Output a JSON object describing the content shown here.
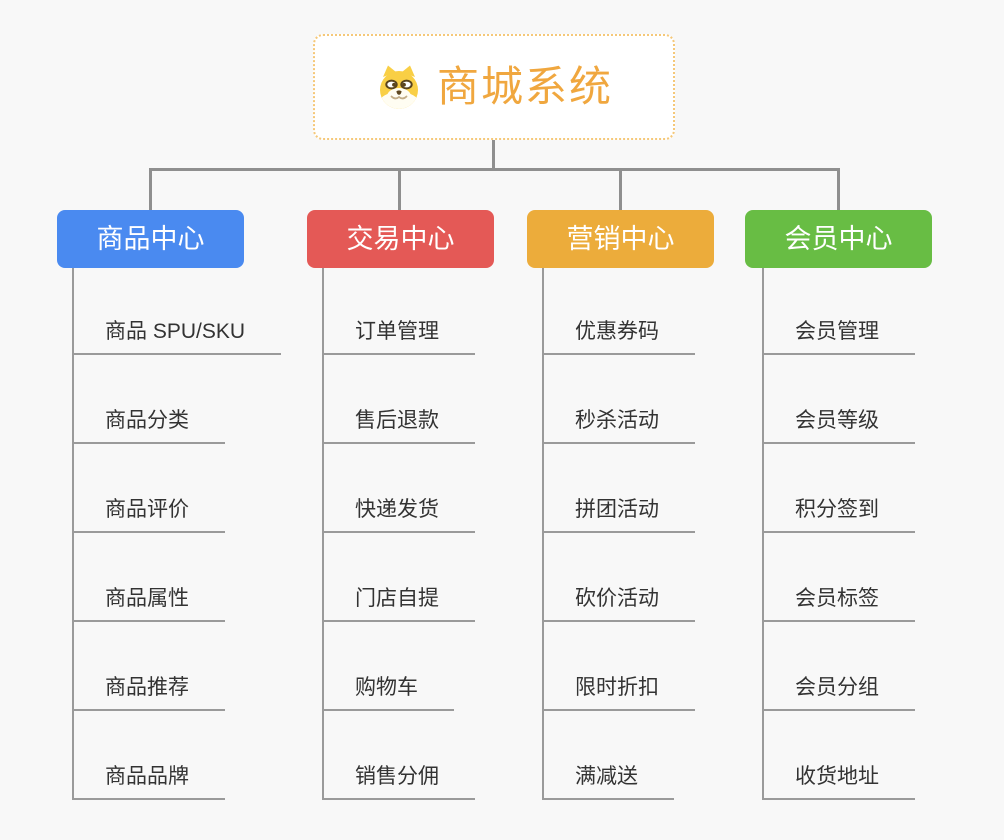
{
  "root": {
    "title": "商城系统",
    "icon": "dog-face-icon",
    "title_color": "#f0a73f",
    "border_color": "#f5c879"
  },
  "branches": [
    {
      "label": "商品中心",
      "color": "#4a8af0",
      "items": [
        "商品 SPU/SKU",
        "商品分类",
        "商品评价",
        "商品属性",
        "商品推荐",
        "商品品牌"
      ]
    },
    {
      "label": "交易中心",
      "color": "#e45956",
      "items": [
        "订单管理",
        "售后退款",
        "快递发货",
        "门店自提",
        "购物车",
        "销售分佣"
      ]
    },
    {
      "label": "营销中心",
      "color": "#ecac3b",
      "items": [
        "优惠券码",
        "秒杀活动",
        "拼团活动",
        "砍价活动",
        "限时折扣",
        "满减送"
      ]
    },
    {
      "label": "会员中心",
      "color": "#68bd44",
      "items": [
        "会员管理",
        "会员等级",
        "积分签到",
        "会员标签",
        "会员分组",
        "收货地址"
      ]
    }
  ],
  "colors": {
    "background": "#f8f8f8",
    "connector": "#8f8f8f",
    "underline": "#9a9a9a",
    "item_text": "#333333"
  }
}
